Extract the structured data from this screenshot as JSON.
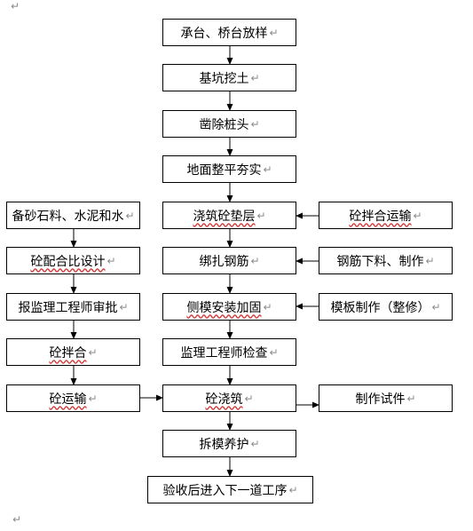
{
  "paragraph_mark": "↵",
  "main_steps": [
    {
      "id": "m1",
      "label": "承台、桥台放样"
    },
    {
      "id": "m2",
      "label": "基坑挖土"
    },
    {
      "id": "m3",
      "label": "凿除桩头"
    },
    {
      "id": "m4",
      "label": "地面整平夯实"
    },
    {
      "id": "m5",
      "label": "浇筑砼垫层"
    },
    {
      "id": "m6",
      "label": "绑扎钢筋"
    },
    {
      "id": "m7",
      "label": "侧模安装加固"
    },
    {
      "id": "m8",
      "label": "监理工程师检查"
    },
    {
      "id": "m9",
      "label": "砼浇筑"
    },
    {
      "id": "m10",
      "label": "拆模养护"
    },
    {
      "id": "m11",
      "label": "验收后进入下一道工序"
    }
  ],
  "left_steps": [
    {
      "id": "l1",
      "label": "备砂石料、水泥和水"
    },
    {
      "id": "l2",
      "label": "砼配合比设计"
    },
    {
      "id": "l3",
      "label": "报监理工程师审批"
    },
    {
      "id": "l4",
      "label": "砼拌合"
    },
    {
      "id": "l5",
      "label": "砼运输"
    }
  ],
  "right_steps": [
    {
      "id": "r1",
      "label": "砼拌合运输"
    },
    {
      "id": "r2",
      "label": "钢筋下料、制作"
    },
    {
      "id": "r3",
      "label": "模板制作（整修）"
    },
    {
      "id": "r4",
      "label": "制作试件"
    }
  ]
}
